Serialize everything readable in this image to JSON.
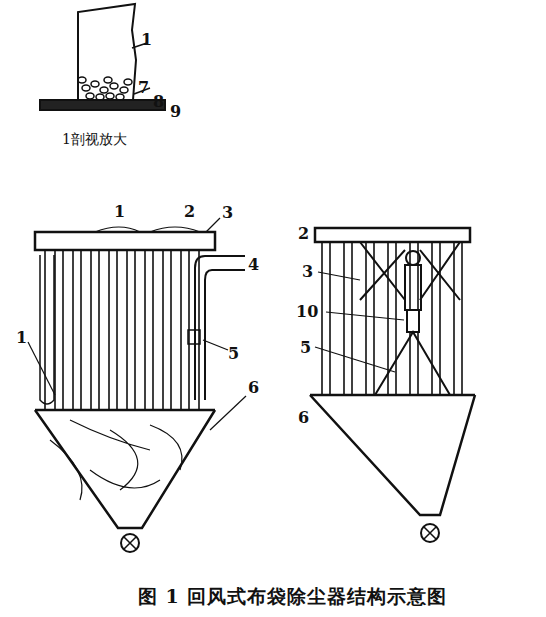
{
  "diagram": {
    "caption": "图 1 回风式布袋除尘器结构示意图",
    "labels": [
      "1",
      "7",
      "8",
      "9",
      "1剖视放大",
      "1",
      "2",
      "3",
      "4",
      "5",
      "1",
      "6",
      "2",
      "3",
      "10",
      "5",
      "6"
    ]
  }
}
